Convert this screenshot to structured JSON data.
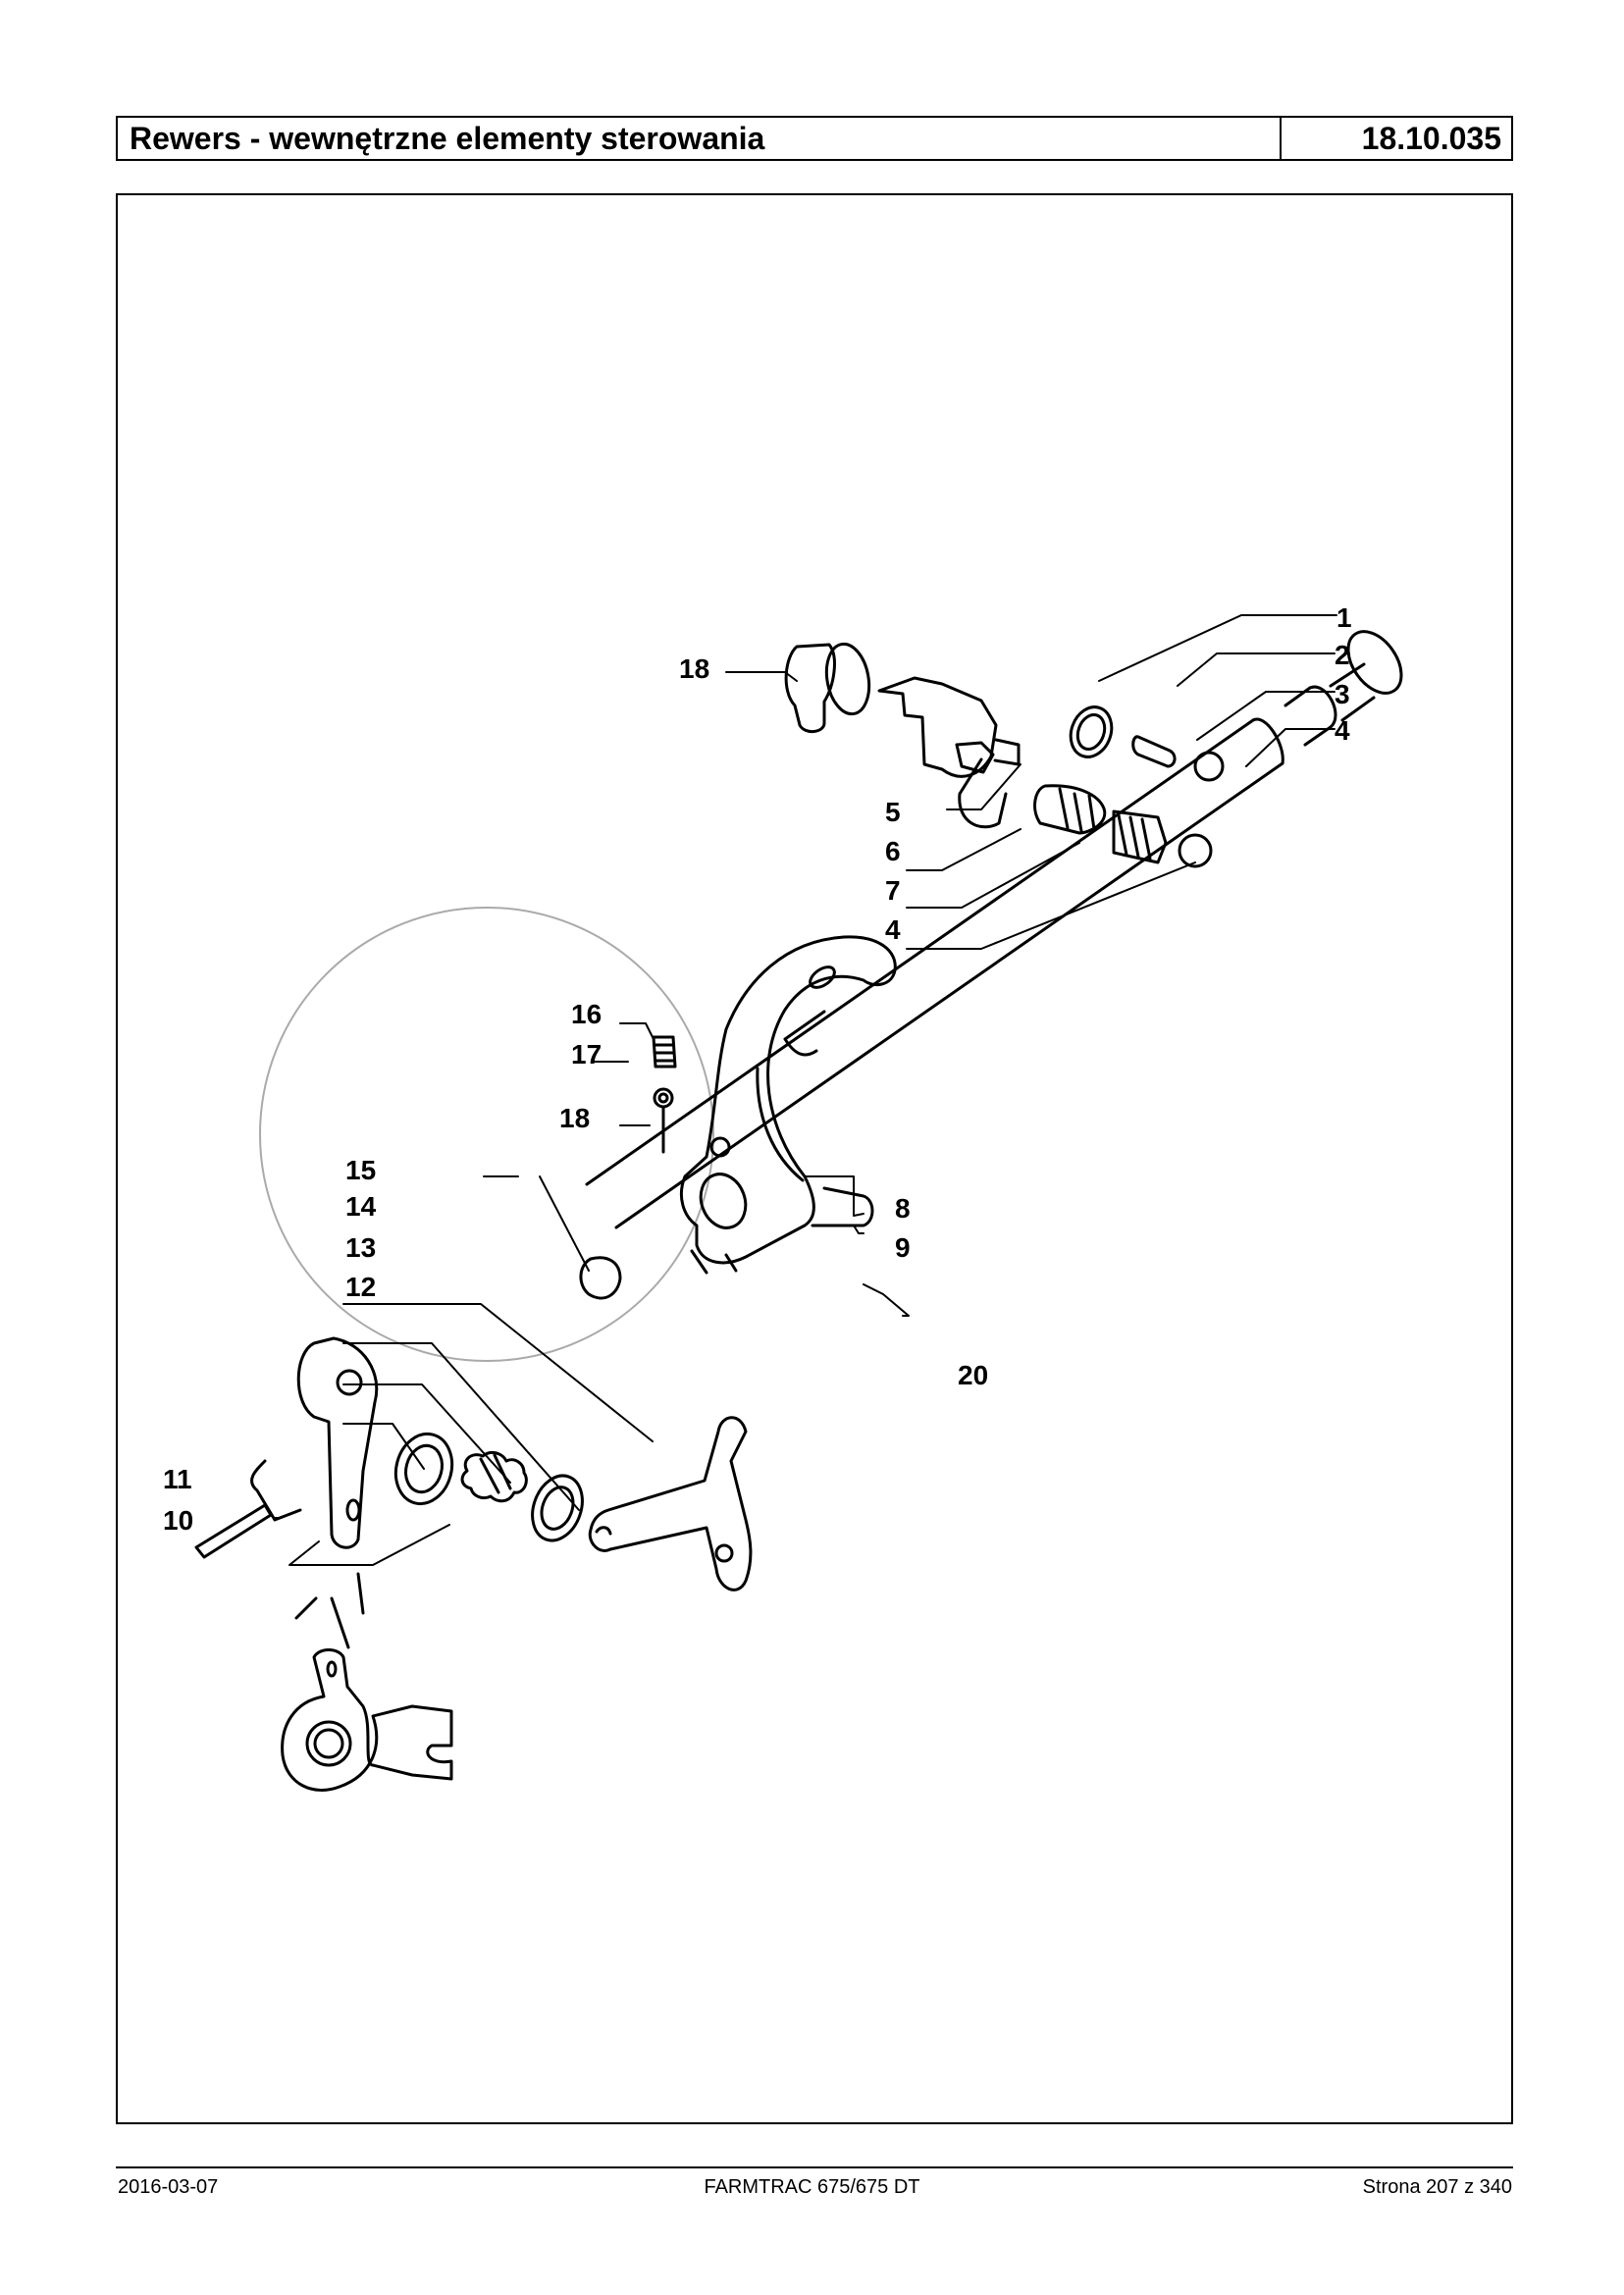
{
  "header": {
    "title": "Rewers - wewnętrzne elementy sterowania",
    "code": "18.10.035"
  },
  "diagram": {
    "callouts": [
      "1",
      "2",
      "3",
      "4",
      "5",
      "6",
      "7",
      "4",
      "16",
      "17",
      "18",
      "18",
      "15",
      "14",
      "13",
      "12",
      "8",
      "9",
      "20",
      "11",
      "10"
    ]
  },
  "footer": {
    "date": "2016-03-07",
    "model": "FARMTRAC 675/675 DT",
    "page": "Strona 207 z 340"
  }
}
